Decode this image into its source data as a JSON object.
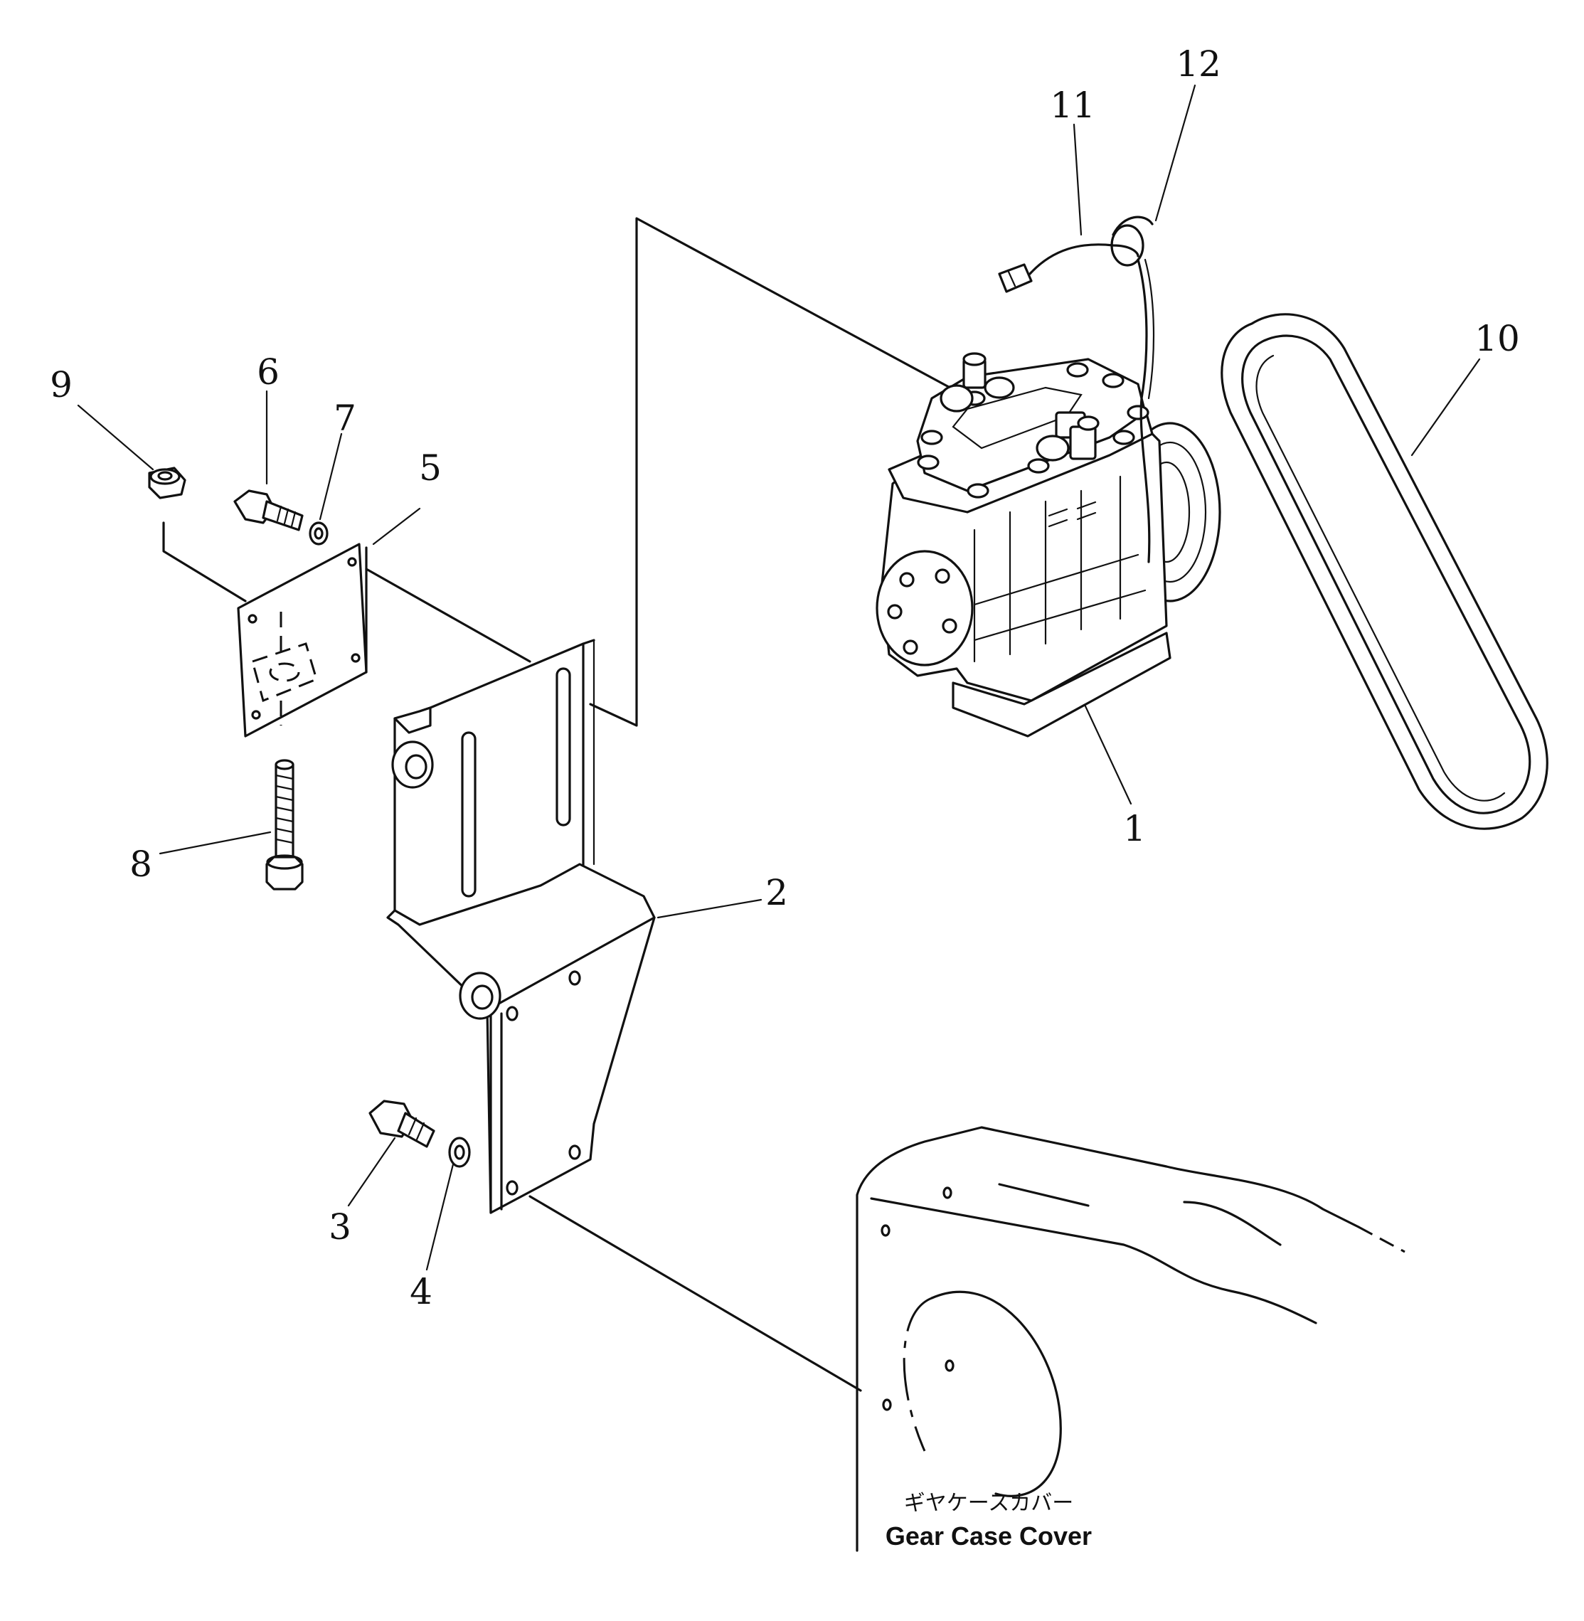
{
  "callouts": [
    "1",
    "2",
    "3",
    "4",
    "5",
    "6",
    "7",
    "8",
    "9",
    "10",
    "11",
    "12"
  ],
  "caption": {
    "japanese": "ギヤケースカバー",
    "english": "Gear Case Cover"
  }
}
